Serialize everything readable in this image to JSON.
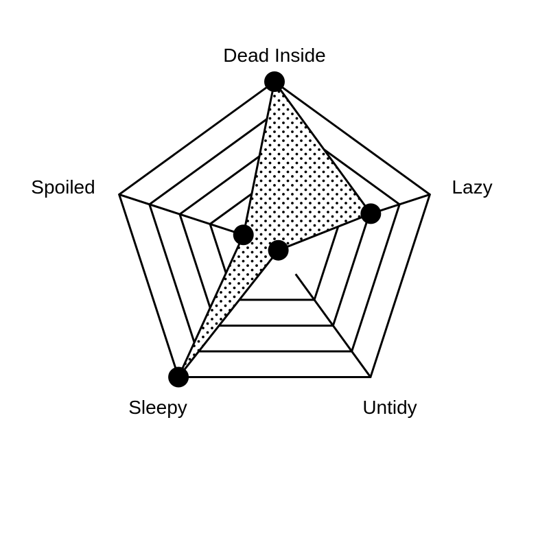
{
  "chart_data": {
    "type": "radar",
    "title": "",
    "categories": [
      "Dead Inside",
      "Lazy",
      "Untidy",
      "Sleepy",
      "Spoiled"
    ],
    "values": [
      5,
      3.1,
      0.2,
      5,
      1.0
    ],
    "max": 5,
    "rings": 4,
    "grid": true,
    "legend": "none",
    "fill_pattern": "dots",
    "colors": {
      "stroke": "#000000",
      "background": "#ffffff",
      "marker": "#000000"
    }
  }
}
